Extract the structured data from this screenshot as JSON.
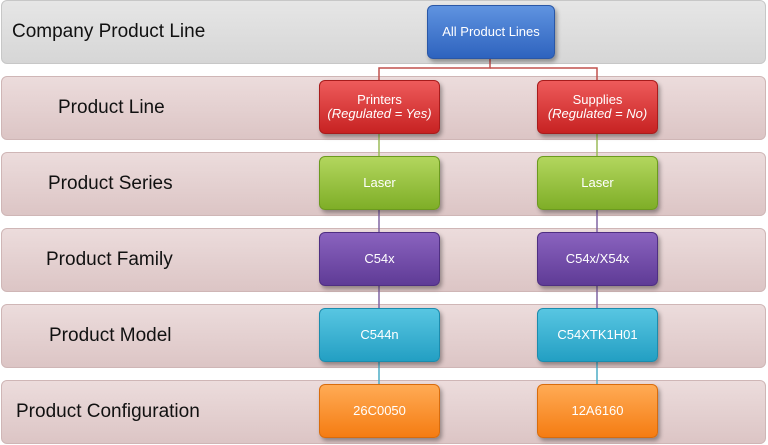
{
  "bands": [
    {
      "label": "Company Product Line"
    },
    {
      "label": "Product Line"
    },
    {
      "label": "Product Series"
    },
    {
      "label": "Product Family"
    },
    {
      "label": "Product Model"
    },
    {
      "label": "Product Configuration"
    }
  ],
  "nodes": {
    "root": {
      "label": "All Product Lines",
      "color": "#3f74cf"
    },
    "printers": {
      "label": "Printers",
      "sub": "(Regulated = Yes)",
      "color": "#dd3535"
    },
    "supplies": {
      "label": "Supplies",
      "sub": "(Regulated = No)",
      "color": "#dd3535"
    },
    "series_left": {
      "label": "Laser",
      "color": "#96c23c"
    },
    "series_right": {
      "label": "Laser",
      "color": "#96c23c"
    },
    "family_left": {
      "label": "C54x",
      "color": "#7049a8"
    },
    "family_right": {
      "label": "C54x/X54x",
      "color": "#7049a8"
    },
    "model_left": {
      "label": "C544n",
      "color": "#36b3d4"
    },
    "model_right": {
      "label": "C54XTK1H01",
      "color": "#36b3d4"
    },
    "config_left": {
      "label": "26C0050",
      "color": "#f89232"
    },
    "config_right": {
      "label": "12A6160",
      "color": "#f89232"
    }
  },
  "connector_colors": {
    "red": "#c0504d",
    "green": "#9bbb59",
    "purple": "#8064a2",
    "cyan": "#4bacc6"
  }
}
